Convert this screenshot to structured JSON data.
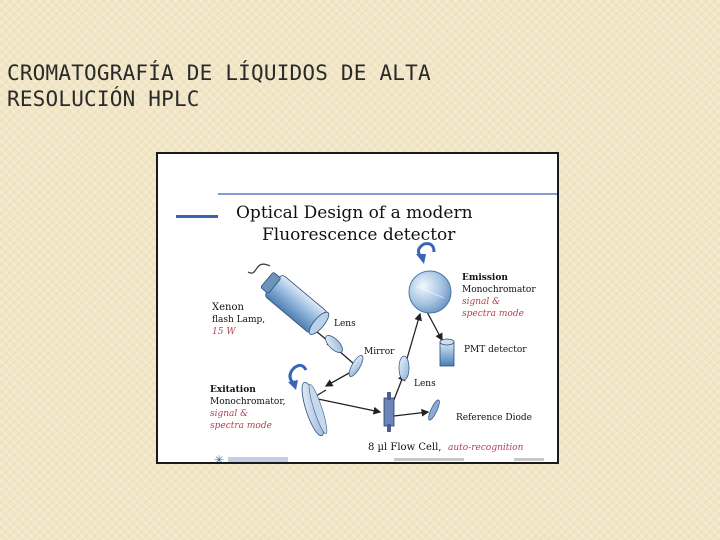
{
  "slide": {
    "title_line1": "CROMATOGRAFÍA DE LÍQUIDOS DE ALTA",
    "title_line2": "RESOLUCIÓN HPLC"
  },
  "figure": {
    "title_line1": "Optical Design of a modern",
    "title_line2": "Fluorescence detector",
    "labels": {
      "xenon_1": "Xenon",
      "xenon_2": "flash Lamp,",
      "xenon_3": "15 W",
      "lens_1": "Lens",
      "mirror": "Mirror",
      "lens_2": "Lens",
      "emission_1": "Emission",
      "emission_2": "Monochromator",
      "emission_3": "signal &",
      "emission_4": "spectra mode",
      "pmt": "PMT detector",
      "excitation_1": "Exitation",
      "excitation_2": "Monochromator,",
      "excitation_3": "signal &",
      "excitation_4": "spectra mode",
      "reference": "Reference Diode",
      "flowcell_1": "8 µl Flow Cell,",
      "flowcell_2": "auto-recognition"
    },
    "colors": {
      "accent_blue": "#3a64b6",
      "italic_red": "#b2414f",
      "component_blue": "#8fb6db"
    }
  }
}
